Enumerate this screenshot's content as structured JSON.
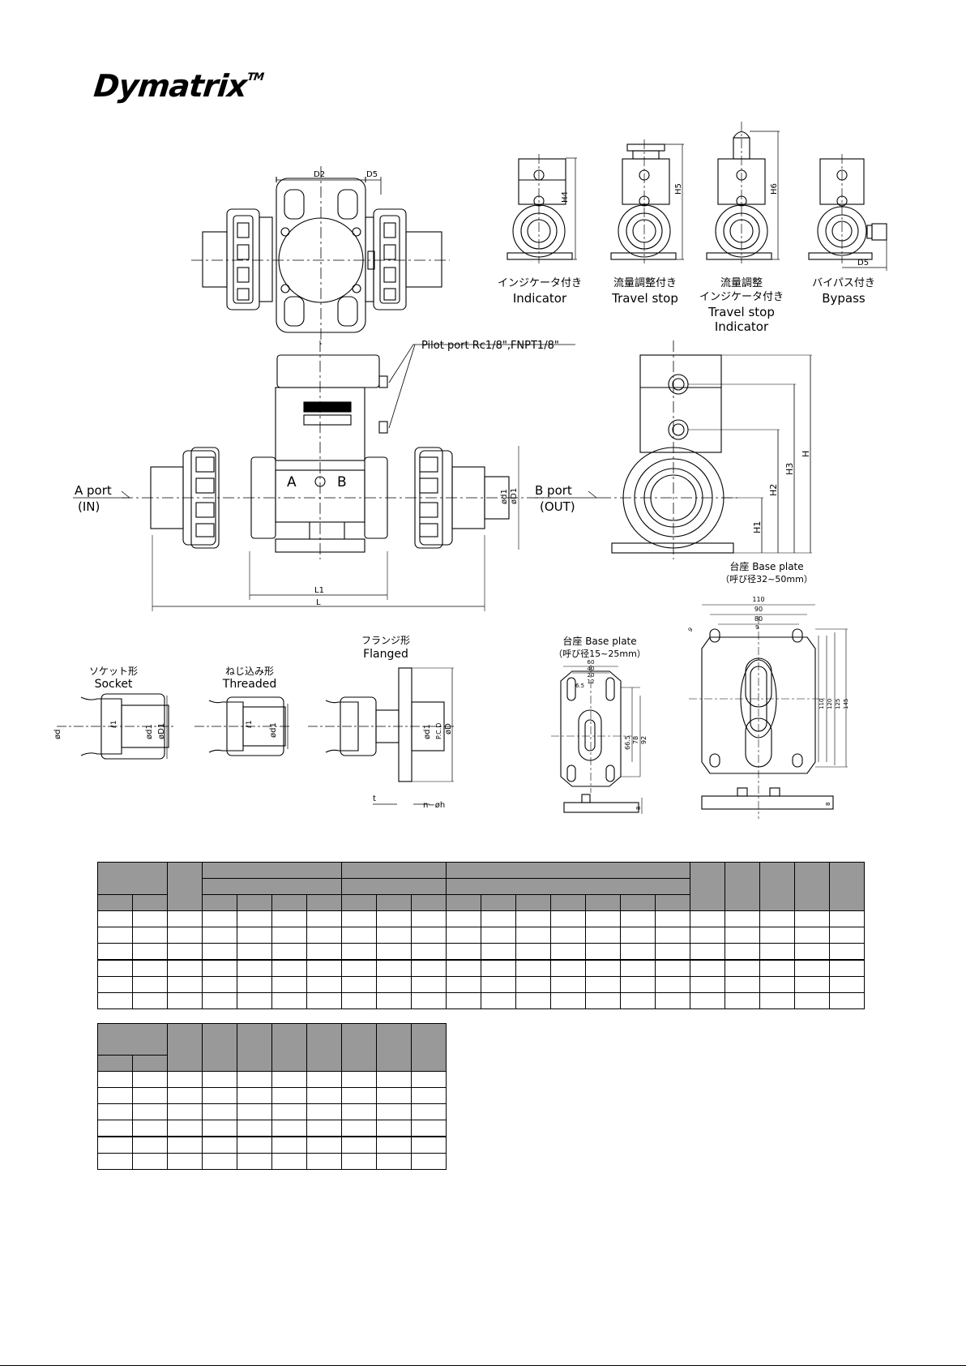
{
  "brand": {
    "name": "Dymatrix",
    "mark": "TM"
  },
  "drawing": {
    "top_dims": {
      "d2": "D2",
      "d5": "D5"
    },
    "variants": [
      {
        "jp": "インジケータ付き",
        "en": "Indicator",
        "dim": "H4"
      },
      {
        "jp": "流量調整付き",
        "en": "Travel stop",
        "dim": "H5"
      },
      {
        "jp": "流量調整\nインジケータ付き",
        "jp1": "流量調整",
        "jp2": "インジケータ付き",
        "en1": "Travel stop",
        "en2": "Indicator",
        "dim": "H6"
      },
      {
        "jp": "バイパス付き",
        "en": "Bypass",
        "dim": "D5"
      }
    ],
    "pilot_port": "Pilot port Rc1/8\",FNPT1/8\"",
    "port_a": {
      "label": "A port",
      "sub": "(IN)"
    },
    "port_b": {
      "label": "B port",
      "sub": "(OUT)"
    },
    "body_marks": {
      "a": "A",
      "b": "B"
    },
    "front_dims": {
      "d1": "ød1",
      "dd1": "øD1",
      "l1": "L1",
      "l": "L"
    },
    "side_dims": {
      "h1": "H1",
      "h2": "H2",
      "h3": "H3",
      "h": "H"
    },
    "connections": [
      {
        "jp": "ソケット形",
        "en": "Socket",
        "dims": [
          "ød",
          "ød1",
          "øD1",
          "ℓ1"
        ]
      },
      {
        "jp": "ねじ込み形",
        "en": "Threaded",
        "dims": [
          "ød1",
          "ℓ1"
        ]
      },
      {
        "jp": "フランジ形",
        "en": "Flanged",
        "dims": [
          "ød1",
          "P.C.D",
          "øD",
          "t",
          "n−øh"
        ]
      }
    ],
    "base_plate_small": {
      "jp": "台座",
      "en": "Base plate",
      "range": "（呼び径15~25mm）",
      "dims": [
        "60",
        "40",
        "20",
        "12",
        "6.5",
        "66.5",
        "78",
        "92",
        "8"
      ]
    },
    "base_plate_large": {
      "jp": "台座",
      "en": "Base plate",
      "range": "（呼び径32~50mm）",
      "dims": [
        "110",
        "90",
        "80",
        "9",
        "9",
        "110",
        "120",
        "125",
        "145",
        "8"
      ]
    }
  },
  "tables": {
    "table1": {
      "header_rows": 3,
      "body_rows": 6,
      "cols": 22
    },
    "table2": {
      "header_rows": 2,
      "body_rows": 6,
      "cols": 10
    }
  }
}
